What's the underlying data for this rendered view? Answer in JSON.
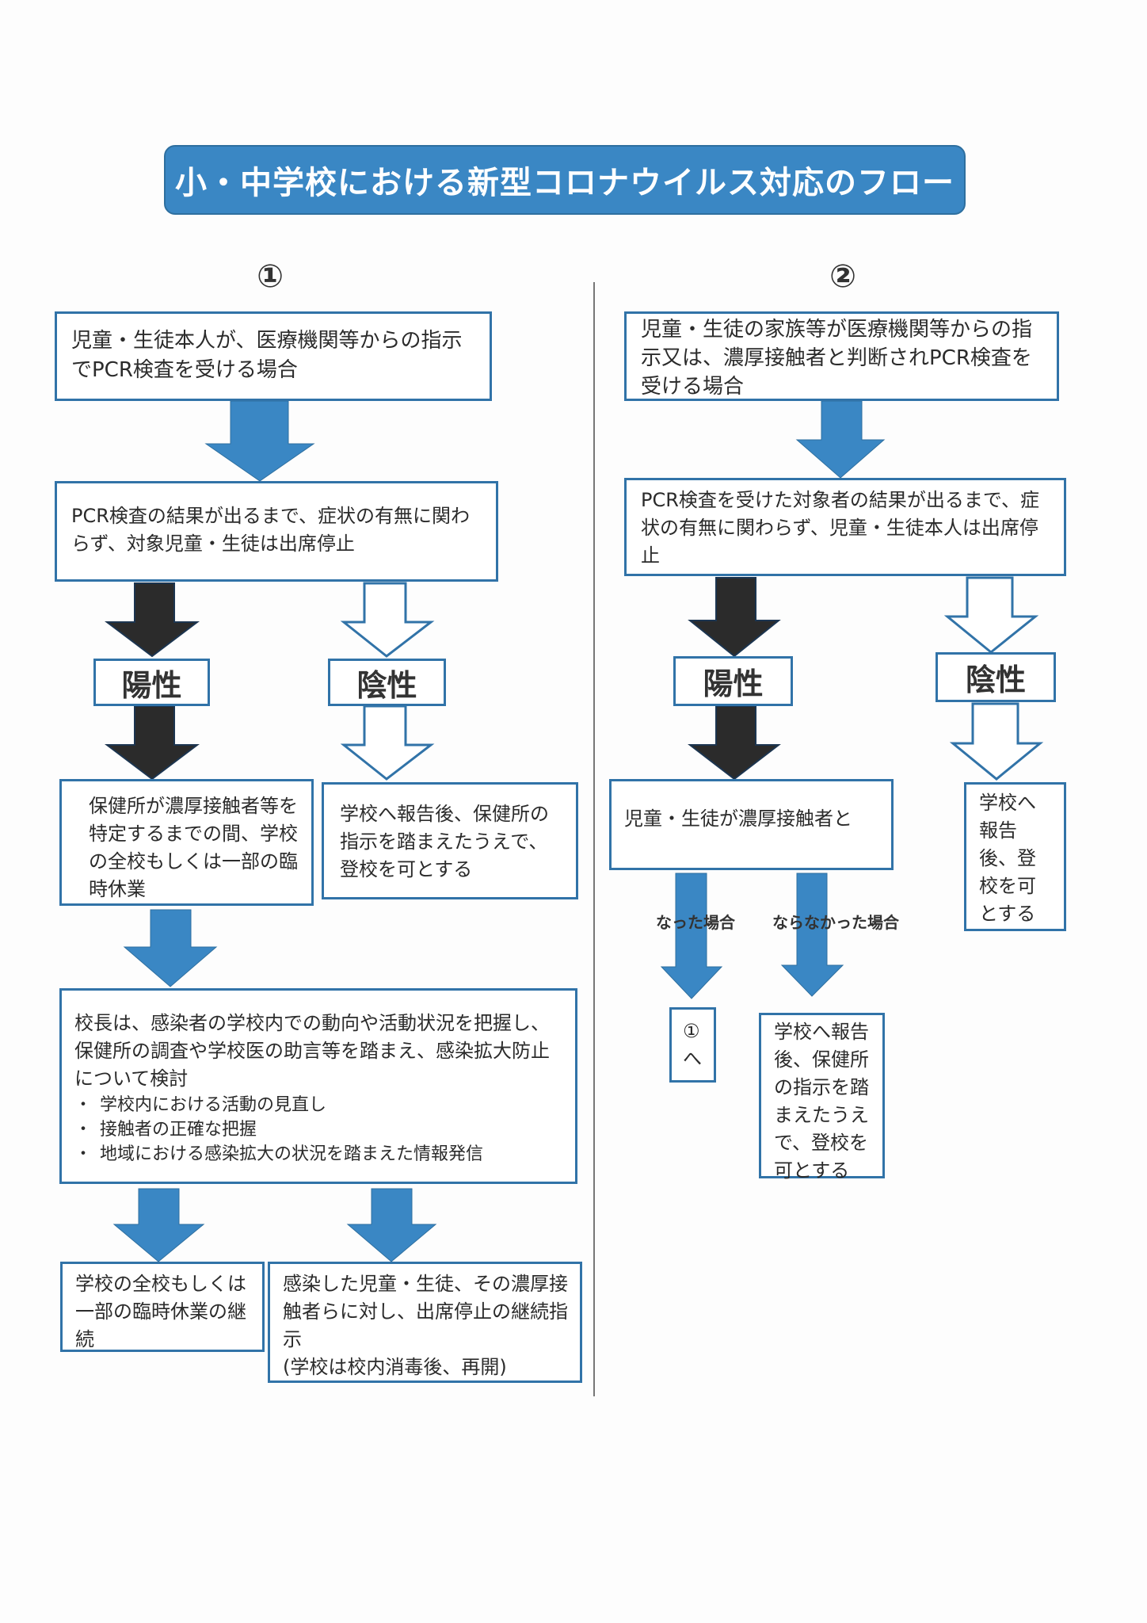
{
  "title": "小・中学校における新型コロナウイルス対応のフロー",
  "colors": {
    "accent": "#3a87c4",
    "border": "#3173a8",
    "dark_arrow": "#2b2b2b"
  },
  "flow1": {
    "number": "①",
    "start": "児童・生徒本人が、医療機関等からの指示でPCR検査を受ける場合",
    "wait": "PCR検査の結果が出るまで、症状の有無に関わらず、対象児童・生徒は出席停止",
    "positive_label": "陽性",
    "negative_label": "陰性",
    "positive_action": "保健所が濃厚接触者等を特定するまでの間、学校の全校もしくは一部の臨時休業",
    "negative_action": "学校へ報告後、保健所の指示を踏まえたうえで、登校を可とする",
    "principal": {
      "text": "校長は、感染者の学校内での動向や活動状況を把握し、保健所の調査や学校医の助言等を踏まえ、感染拡大防止について検討",
      "bullets": [
        "学校内における活動の見直し",
        "接触者の正確な把握",
        "地域における感染拡大の状況を踏まえた情報発信"
      ]
    },
    "outcome_left": "学校の全校もしくは一部の臨時休業の継続",
    "outcome_right": "感染した児童・生徒、その濃厚接触者らに対し、出席停止の継続指示",
    "outcome_right_note": "(学校は校内消毒後、再開)"
  },
  "flow2": {
    "number": "②",
    "start": "児童・生徒の家族等が医療機関等からの指示又は、濃厚接触者と判断されPCR検査を受ける場合",
    "wait": "PCR検査を受けた対象者の結果が出るまで、症状の有無に関わらず、児童・生徒本人は出席停止",
    "positive_label": "陽性",
    "negative_label": "陰性",
    "positive_action": "児童・生徒が濃厚接触者と",
    "negative_action": "学校へ報告後、登校を可とする",
    "became_label": "なった場合",
    "not_became_label": "ならなかった場合",
    "became_action": "①へ",
    "not_became_action": "学校へ報告後、保健所の指示を踏まえたうえで、登校を可とする"
  }
}
